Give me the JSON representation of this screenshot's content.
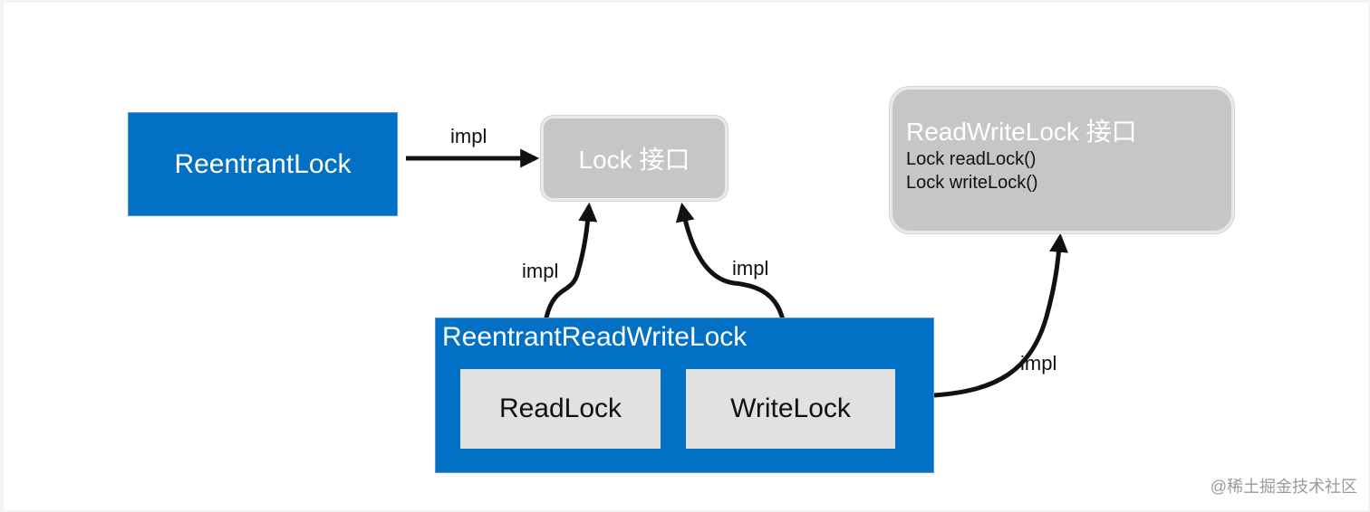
{
  "nodes": {
    "reentrant_lock": "ReentrantLock",
    "lock_interface": "Lock 接口",
    "read_write_lock_interface": {
      "title": "ReadWriteLock 接口",
      "methods": [
        "Lock readLock()",
        "Lock writeLock()"
      ]
    },
    "reentrant_read_write_lock": {
      "title": "ReentrantReadWriteLock",
      "read_lock": "ReadLock",
      "write_lock": "WriteLock"
    }
  },
  "edges": [
    {
      "from": "ReentrantLock",
      "to": "Lock 接口",
      "label": "impl"
    },
    {
      "from": "ReadLock",
      "to": "Lock 接口",
      "label": "impl"
    },
    {
      "from": "WriteLock",
      "to": "Lock 接口",
      "label": "impl"
    },
    {
      "from": "ReentrantReadWriteLock",
      "to": "ReadWriteLock 接口",
      "label": "impl"
    }
  ],
  "watermark": "@稀土掘金技术社区",
  "colors": {
    "blue": "#0270c4",
    "grey": "#c6c6c6",
    "inner": "#e1e1e1",
    "arrow": "#111111"
  }
}
